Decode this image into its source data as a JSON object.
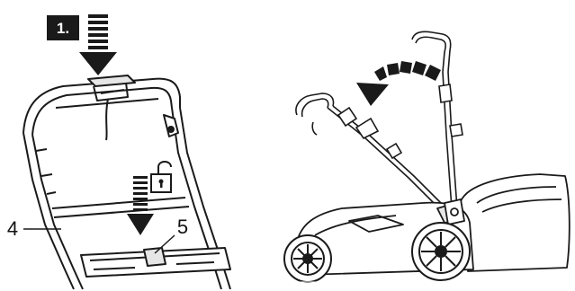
{
  "step": {
    "label": "1."
  },
  "callouts": [
    {
      "id": "4",
      "text": "4"
    },
    {
      "id": "5",
      "text": "5"
    }
  ],
  "icons": {
    "unlock": "unlock-icon",
    "press_arrow": "down-arrow-icon",
    "fold_arrow": "curved-arrow-icon"
  },
  "colors": {
    "line": "#1a1a1a",
    "fill_dark": "#1a1a1a",
    "fill_light": "#ffffff",
    "shade": "#d9d9d9"
  }
}
